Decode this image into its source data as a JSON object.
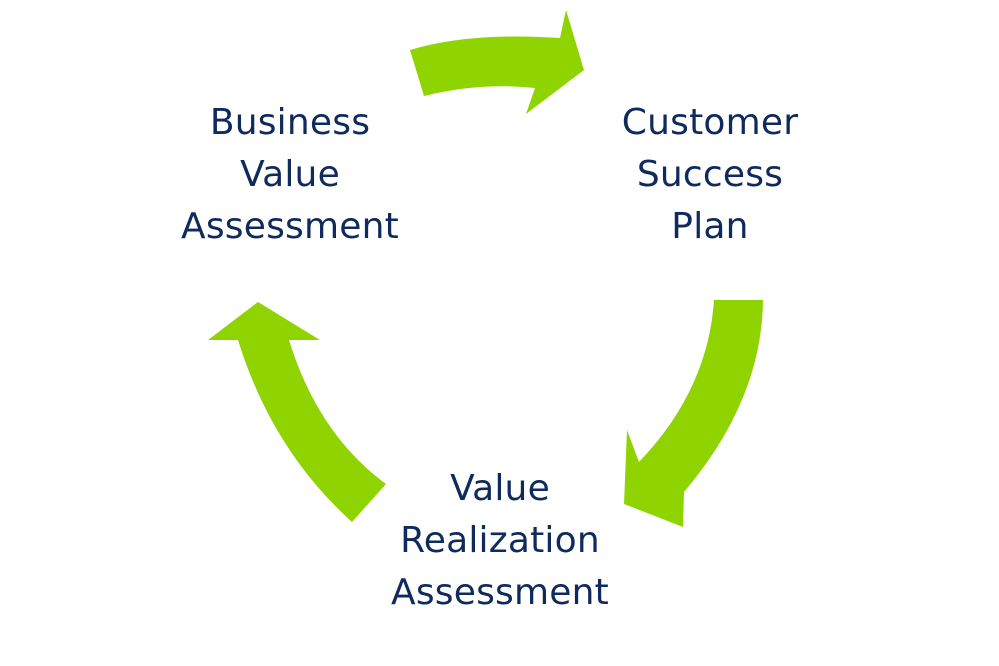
{
  "diagram": {
    "arrow_color": "#8fd400",
    "text_color": "#0f2a5c",
    "background": "#ffffff",
    "stages": [
      {
        "lines": [
          "Business",
          "Value",
          "Assessment"
        ]
      },
      {
        "lines": [
          "Customer",
          "Success",
          "Plan"
        ]
      },
      {
        "lines": [
          "Value",
          "Realization",
          "Assessment"
        ]
      }
    ],
    "arrows": [
      {
        "from": "Business Value Assessment",
        "to": "Customer Success Plan"
      },
      {
        "from": "Customer Success Plan",
        "to": "Value Realization Assessment"
      },
      {
        "from": "Value Realization Assessment",
        "to": "Business Value Assessment"
      }
    ]
  }
}
